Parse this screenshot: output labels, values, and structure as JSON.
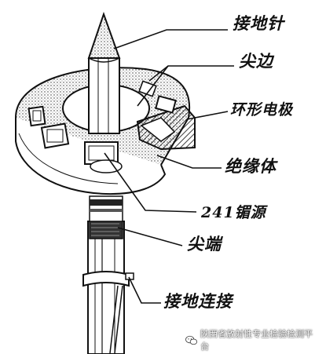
{
  "labels": {
    "needle": "接地针",
    "edge": "尖边",
    "ring": "环形电极",
    "insulator": "绝缘体",
    "source": "241镅源",
    "tip": "尖端",
    "ground_connection": "接地连接"
  },
  "watermark": {
    "text": "陕西省放射性专业检验检测平台",
    "icon": "wechat-icon"
  },
  "colors": {
    "ink": "#111111",
    "background": "#ffffff"
  }
}
